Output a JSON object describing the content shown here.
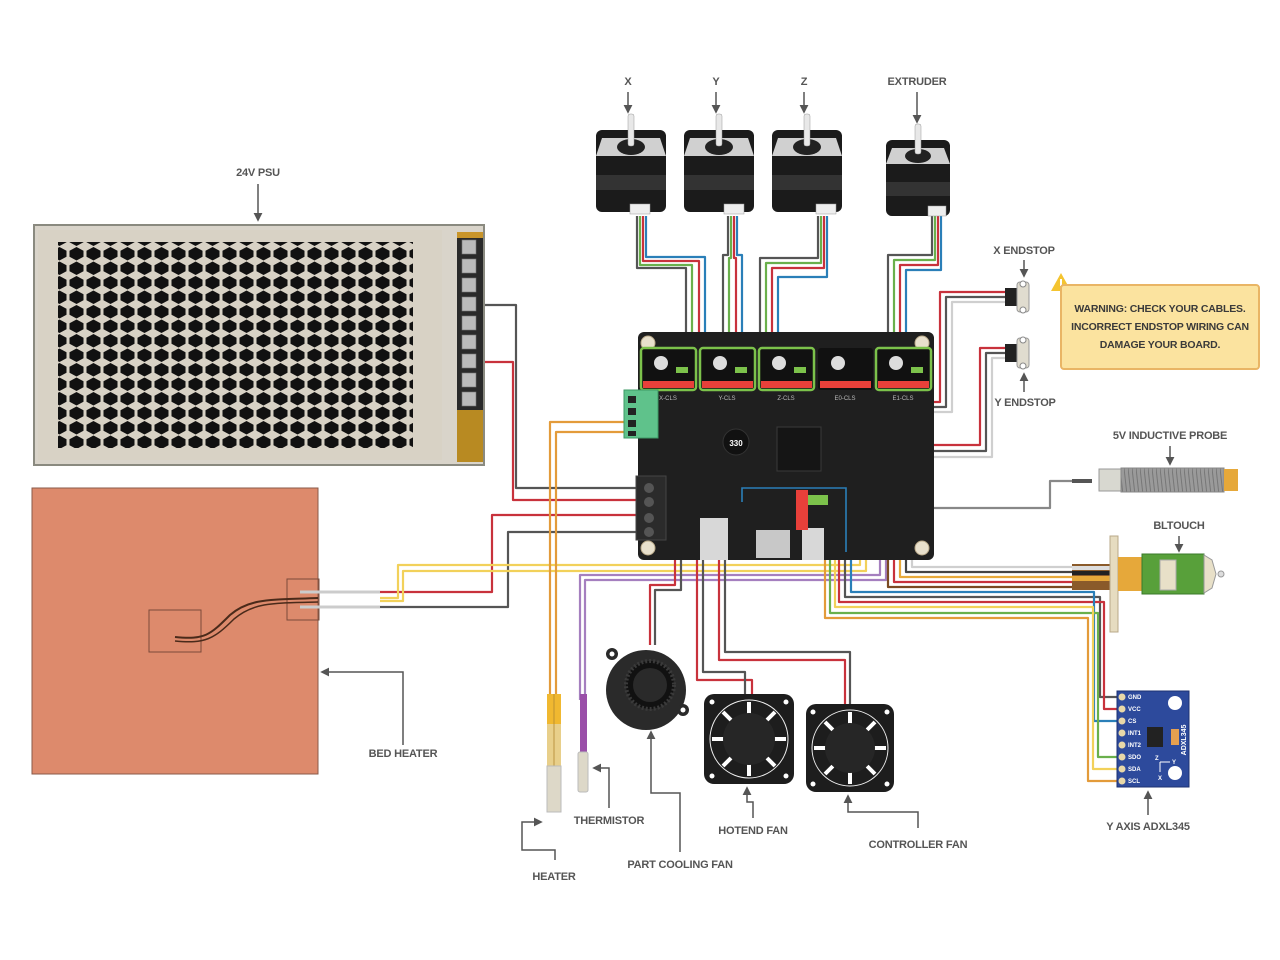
{
  "diagram": {
    "title": "3D printer controller board wiring diagram",
    "components": {
      "psu": {
        "label": "24V PSU"
      },
      "bed_heater": {
        "label": "BED HEATER"
      },
      "motors": [
        {
          "id": "x",
          "label": "X"
        },
        {
          "id": "y",
          "label": "Y"
        },
        {
          "id": "z",
          "label": "Z"
        },
        {
          "id": "extruder",
          "label": "EXTRUDER"
        }
      ],
      "x_endstop": {
        "label": "X ENDSTOP"
      },
      "y_endstop": {
        "label": "Y ENDSTOP"
      },
      "inductive_probe": {
        "label": "5V INDUCTIVE PROBE"
      },
      "bltouch": {
        "label": "BLTOUCH"
      },
      "adxl": {
        "label": "Y AXIS ADXL345",
        "chip_text": "ADXL345",
        "pins": [
          "GND",
          "VCC",
          "CS",
          "INT1",
          "INT2",
          "SDO",
          "SDA",
          "SCL"
        ],
        "axis_labels": [
          "Z",
          "Y",
          "X"
        ]
      },
      "heater": {
        "label": "HEATER"
      },
      "thermistor": {
        "label": "THERMISTOR"
      },
      "part_cooling_fan": {
        "label": "PART COOLING FAN"
      },
      "hotend_fan": {
        "label": "HOTEND FAN"
      },
      "controller_fan": {
        "label": "CONTROLLER FAN"
      },
      "board": {
        "driver_slots": [
          "X-CLS",
          "Y-CLS",
          "Z-CLS",
          "E0-CLS",
          "E1-CLS"
        ],
        "inductor_text": "330"
      }
    },
    "warning": {
      "lines": [
        "WARNING: CHECK YOUR CABLES.",
        "INCORRECT ENDSTOP WIRING CAN",
        "DAMAGE YOUR BOARD."
      ]
    },
    "colors": {
      "wire_red": "#c8323c",
      "wire_black": "#555555",
      "wire_white": "#cfcfcf",
      "wire_blue": "#2a7fb8",
      "wire_green": "#6ab04c",
      "wire_yellow": "#f2d15a",
      "wire_orange": "#e39b3a",
      "wire_purple": "#a57fbf",
      "wire_brown": "#7a4a22",
      "bed": "#dd8a6c",
      "psu_body": "#d9d4ca",
      "board": "#1f1f1f",
      "driver_red": "#e8403a",
      "driver_green": "#7cc24b",
      "warning_fill": "#fbe39f",
      "warning_border": "#e9b565",
      "adxl_board": "#2d4a9c"
    }
  }
}
